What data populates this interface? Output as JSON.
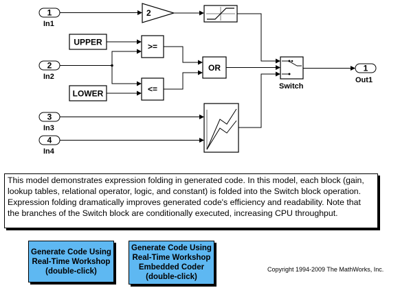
{
  "inports": [
    {
      "number": "1",
      "label": "In1"
    },
    {
      "number": "2",
      "label": "In2"
    },
    {
      "number": "3",
      "label": "In3"
    },
    {
      "number": "4",
      "label": "In4"
    }
  ],
  "outport": {
    "number": "1",
    "label": "Out1"
  },
  "blocks": {
    "gain_value": "2",
    "upper_constant": "UPPER",
    "lower_constant": "LOWER",
    "relop_ge": ">=",
    "relop_le": "<=",
    "logic_or": "OR",
    "switch_label": "Switch"
  },
  "description": "This model demonstrates expression folding in generated code.  In this model, each block (gain, lookup tables, relational operator, logic, and constant) is folded into the Switch block operation.  Expression folding dramatically improves generated code's efficiency and readability.  Note that the branches of the Switch block are conditionally executed, increasing CPU throughput.",
  "buttons": {
    "rtw": [
      "Generate Code Using",
      "Real-Time Workshop",
      "(double-click)"
    ],
    "ert": [
      "Generate Code Using",
      "Real-Time Workshop",
      "Embedded Coder",
      "(double-click)"
    ]
  },
  "copyright": "Copyright 1994-2009 The MathWorks, Inc.",
  "colors": {
    "button_fill": "#5eb8f2",
    "block_fill": "#ffffff",
    "line": "#000000"
  }
}
